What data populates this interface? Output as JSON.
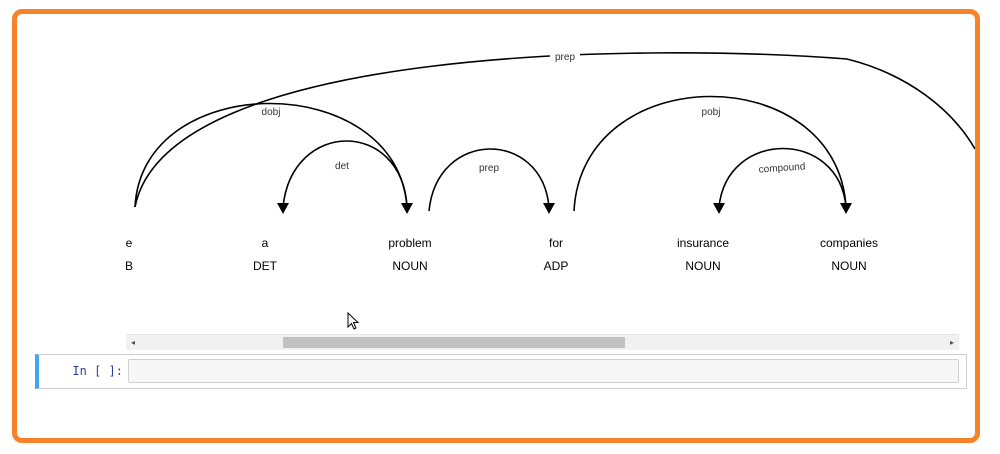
{
  "colors": {
    "frame_border": "#f6822b",
    "cell_accent": "#42a5f5",
    "prompt_text": "#303f9f",
    "arc_stroke": "#000000"
  },
  "dependency_viz": {
    "tokens": [
      {
        "word": "e",
        "tag": "B"
      },
      {
        "word": "a",
        "tag": "DET"
      },
      {
        "word": "problem",
        "tag": "NOUN"
      },
      {
        "word": "for",
        "tag": "ADP"
      },
      {
        "word": "insurance",
        "tag": "NOUN"
      },
      {
        "word": "companies",
        "tag": "NOUN"
      }
    ],
    "arcs": [
      {
        "label": "prep"
      },
      {
        "label": "dobj"
      },
      {
        "label": "det"
      },
      {
        "label": "prep"
      },
      {
        "label": "pobj"
      },
      {
        "label": "compound"
      }
    ]
  },
  "scrollbar": {
    "left_arrow_icon": "◂",
    "right_arrow_icon": "▸",
    "thumb_fraction": 0.41
  },
  "notebook_cell": {
    "prompt": "In [ ]:",
    "input_value": ""
  }
}
